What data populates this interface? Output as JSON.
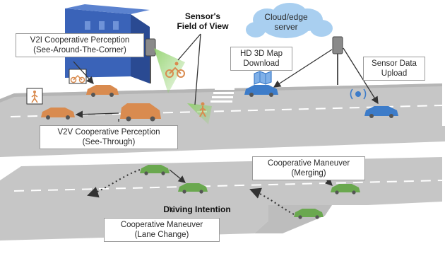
{
  "labels": {
    "v2i": {
      "line1": "V2I Cooperative Perception",
      "line2": "(See-Around-The-Corner)"
    },
    "sensor_fov": {
      "line1": "Sensor's",
      "line2": "Field of View"
    },
    "cloud": {
      "line1": "Cloud/edge",
      "line2": "server"
    },
    "map_download": {
      "line1": "HD 3D Map",
      "line2": "Download"
    },
    "sensor_upload": {
      "line1": "Sensor Data",
      "line2": "Upload"
    },
    "v2v": {
      "line1": "V2V Cooperative Perception",
      "line2": "(See-Through)"
    },
    "merging": {
      "line1": "Cooperative Maneuver",
      "line2": "(Merging)"
    },
    "driving_intention": "Driving Intention",
    "lane_change": {
      "line1": "Cooperative Maneuver",
      "line2": "(Lane Change)"
    }
  },
  "colors": {
    "road": "#c6c6c6",
    "road_dark": "#a9a9a9",
    "lane_mark": "#ffffff",
    "building": "#3a63b8",
    "building_side": "#2a4a92",
    "cloud": "#a9cff0",
    "vehicle_orange": "#d98b4f",
    "vehicle_blue": "#3d7cc9",
    "vehicle_green": "#6aa84f",
    "fov": "#8fd16a",
    "arrow": "#333333"
  }
}
